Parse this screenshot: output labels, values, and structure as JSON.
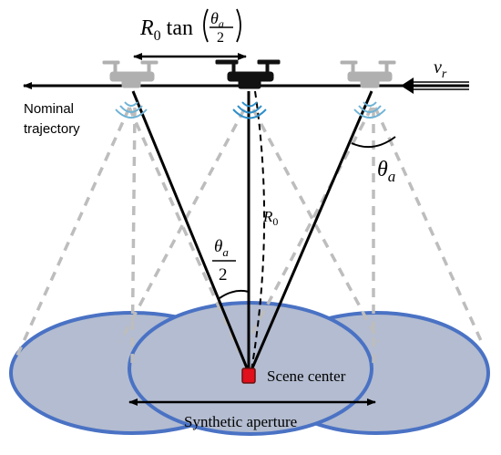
{
  "diagram": {
    "label_nominal_line1": "Nominal",
    "label_nominal_line2": "trajectory",
    "label_vr_main": "v",
    "label_vr_sub": "r",
    "label_theta_a_main": "θ",
    "label_theta_a_sub": "a",
    "label_R0_main": "R",
    "label_R0_sub": "0",
    "label_half_angle_num_main": "θ",
    "label_half_angle_num_sub": "a",
    "label_half_angle_den": "2",
    "label_top_R": "R",
    "label_top_sub": "0",
    "label_top_tan": "tan",
    "label_top_num_main": "θ",
    "label_top_num_sub": "a",
    "label_top_den": "2",
    "label_scene_center": "Scene center",
    "label_synthetic_aperture": "Synthetic aperture",
    "colors": {
      "ellipse_fill": "#b3bcd0",
      "ellipse_stroke": "#4a72c4",
      "line": "#000000",
      "dashed_beam": "#bdbdbd",
      "drone_gray": "#b0b0b0",
      "drone_black": "#111111",
      "signal_blue": "#6fb3d6",
      "target_red": "#e0101c"
    }
  }
}
